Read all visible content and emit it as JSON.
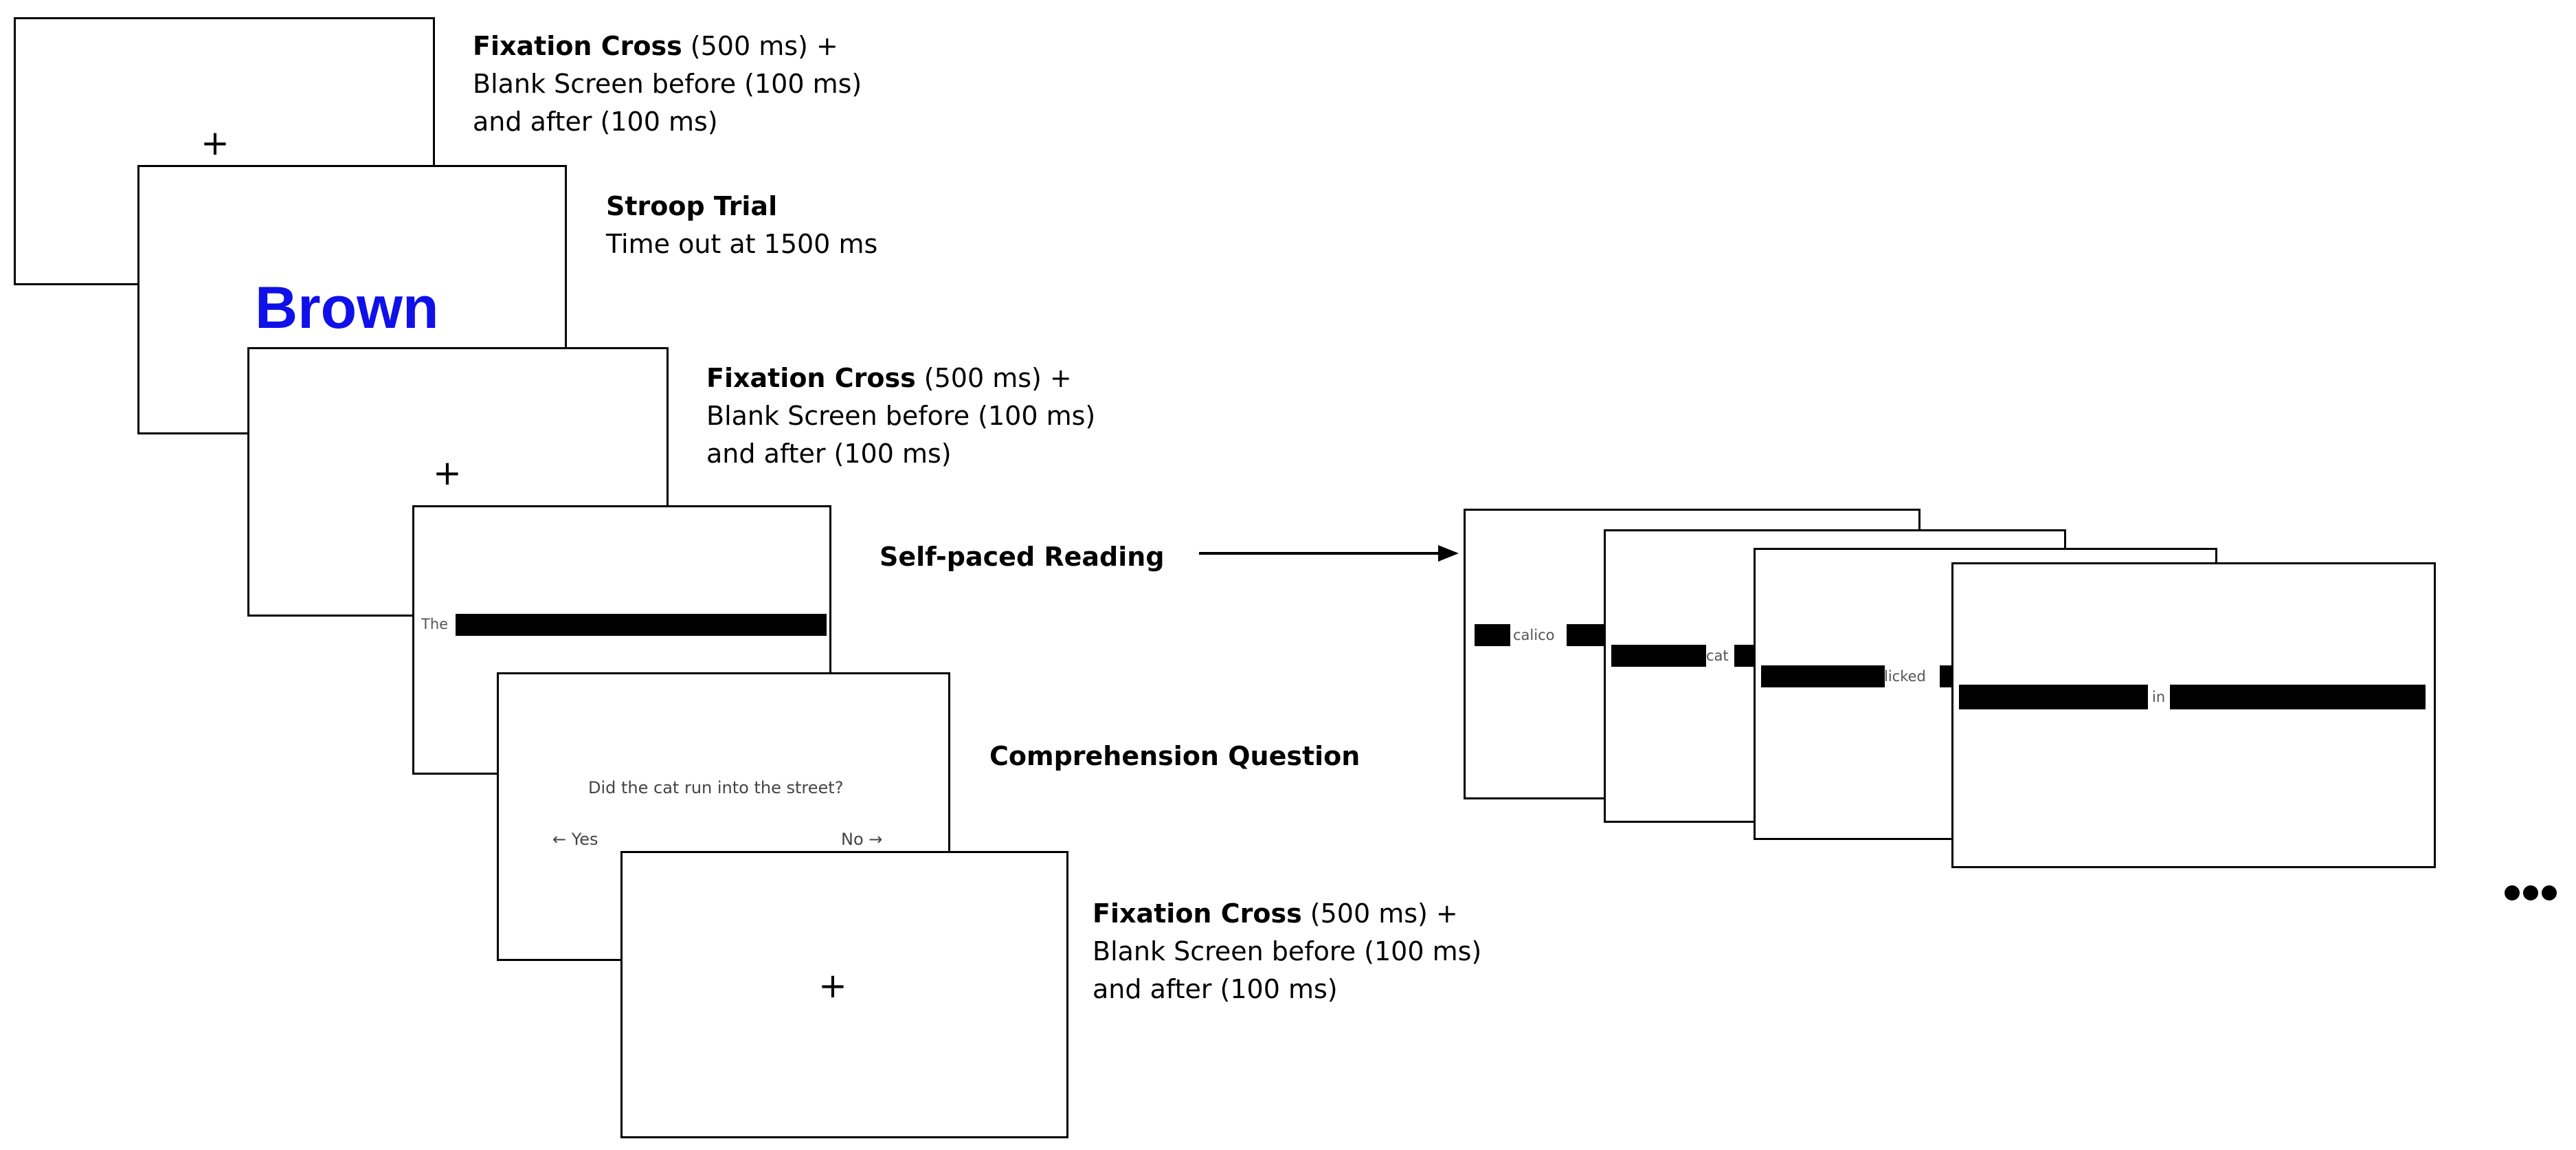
{
  "steps": {
    "fixation_1": {
      "title": "Fixation Cross",
      "line1_rest": " (500 ms) +",
      "line2": "Blank Screen before (100 ms)",
      "line3": "and after (100 ms)",
      "symbol": "+"
    },
    "stroop": {
      "title": "Stroop Trial",
      "line2": "Time out at 1500 ms",
      "word": "Brown",
      "word_color": "#1010e8"
    },
    "fixation_2": {
      "title": "Fixation Cross",
      "line1_rest": " (500 ms) +",
      "line2": "Blank Screen before (100 ms)",
      "line3": "and after (100 ms)",
      "symbol": "+"
    },
    "reading": {
      "title": "Self-paced Reading",
      "first_word": "The",
      "frames": [
        "calico",
        "cat",
        "licked",
        "in"
      ]
    },
    "comprehension": {
      "title": "Comprehension Question",
      "question": "Did the cat run into the street?",
      "yes_label": "← Yes",
      "no_label": "No →"
    },
    "fixation_3": {
      "title": "Fixation Cross",
      "line1_rest": " (500 ms) +",
      "line2": "Blank Screen before (100 ms)",
      "line3": "and after (100 ms)",
      "symbol": "+"
    }
  }
}
